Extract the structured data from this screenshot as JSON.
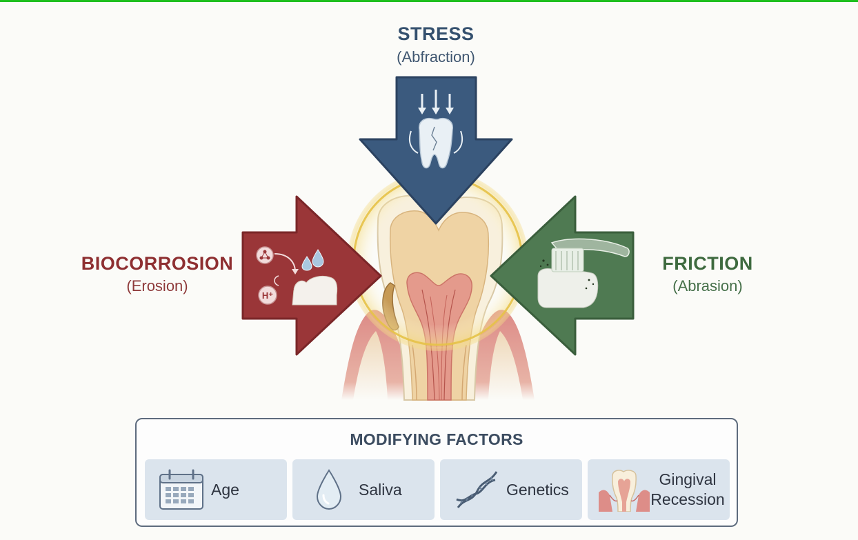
{
  "forces": {
    "stress": {
      "title": "STRESS",
      "subtitle": "(Abfraction)"
    },
    "biocorrosion": {
      "title": "BIOCORROSION",
      "subtitle": "(Erosion)"
    },
    "friction": {
      "title": "FRICTION",
      "subtitle": "(Abrasion)"
    }
  },
  "modifying_factors": {
    "title": "MODIFYING FACTORS",
    "items": [
      {
        "label": "Age",
        "icon": "calendar-icon"
      },
      {
        "label": "Saliva",
        "icon": "droplet-icon"
      },
      {
        "label": "Genetics",
        "icon": "dna-icon"
      },
      {
        "label": "Gingival Recession",
        "icon": "receding-gum-tooth-icon"
      }
    ]
  },
  "ion_label": "H⁺",
  "colors": {
    "stress": "#3b5a7e",
    "biocorrosion": "#9a3638",
    "friction": "#4f7a52",
    "glow": "#e9c44a",
    "factor_card": "#dbe4ed"
  }
}
